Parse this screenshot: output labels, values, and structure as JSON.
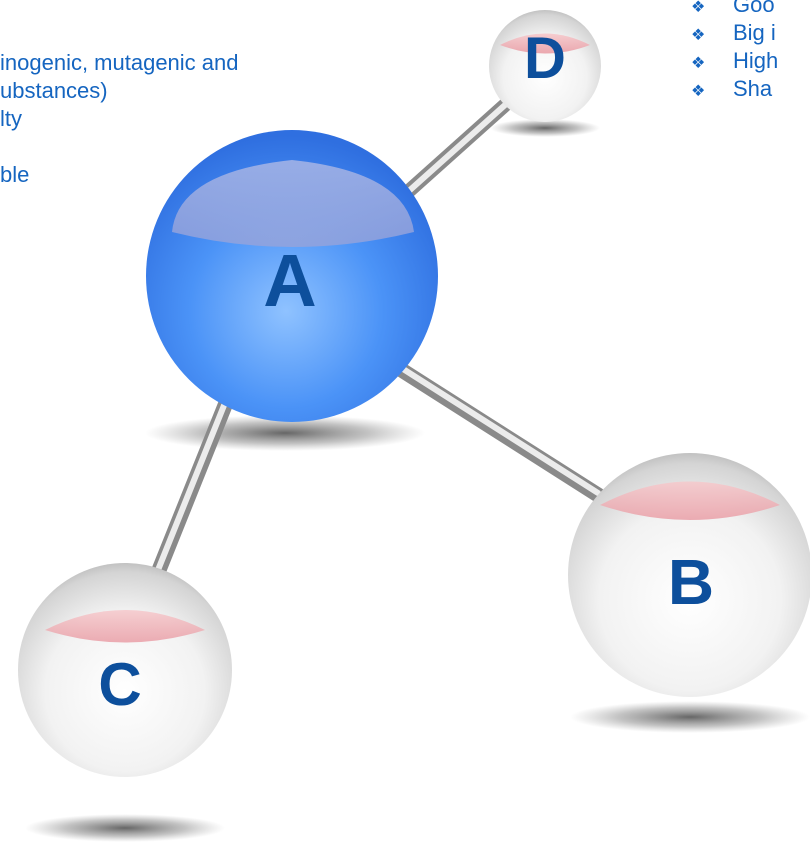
{
  "left_text": {
    "lines": [
      "inogenic, mutagenic and",
      "ubstances)",
      "lty",
      "",
      "ble"
    ]
  },
  "right_list": {
    "bullet_icon": "diamond-cluster-icon",
    "items": [
      "Goo",
      "Big i",
      "High",
      "Sha"
    ]
  },
  "atoms": {
    "a": {
      "label": "A",
      "color": "#3f87f5"
    },
    "b": {
      "label": "B",
      "color": "#e8e8e8"
    },
    "c": {
      "label": "C",
      "color": "#e8e8e8"
    },
    "d": {
      "label": "D",
      "color": "#e8e8e8"
    }
  },
  "colors": {
    "text": "#1565c0",
    "label": "#0d4f9c",
    "highlight": "#e8a0a8"
  }
}
